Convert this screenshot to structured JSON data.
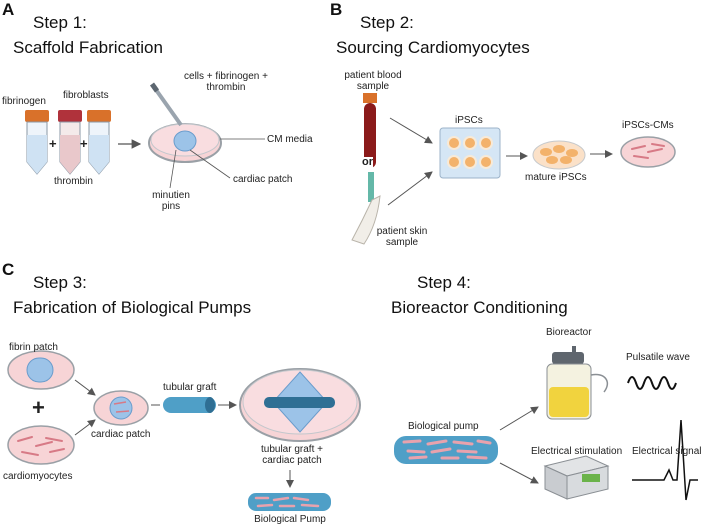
{
  "panels": {
    "a": {
      "letter": "A",
      "step": "Step 1:",
      "title": "Scaffold Fabrication",
      "labels": {
        "fibrinogen": "fibrinogen",
        "fibroblasts": "fibroblasts",
        "thrombin": "thrombin",
        "plus1": "+",
        "plus2": "+",
        "mix": "cells + fibrinogen +\nthrombin",
        "cm_media": "CM media",
        "cardiac_patch": "cardiac patch",
        "pins": "minutien\npins"
      }
    },
    "b": {
      "letter": "B",
      "step": "Step 2:",
      "title": "Sourcing Cardiomyocytes",
      "labels": {
        "blood": "patient blood\nsample",
        "or": "or",
        "skin": "patient skin\nsample",
        "ipscs": "iPSCs",
        "mature": "mature iPSCs",
        "ipscs_cms": "iPSCs-CMs"
      }
    },
    "c": {
      "letter": "C",
      "step": "Step 3:",
      "title": "Fabrication of Biological Pumps",
      "labels": {
        "fibrin_patch": "fibrin patch",
        "plus": "+",
        "cardiomyocytes": "cardiomyocytes",
        "cardiac_patch": "cardiac patch",
        "tubular_graft": "tubular graft",
        "graft_patch": "tubular graft +\ncardiac patch",
        "bio_pump": "Biological Pump"
      }
    },
    "d": {
      "step": "Step 4:",
      "title": "Bioreactor Conditioning",
      "labels": {
        "bioreactor": "Bioreactor",
        "pulsatile": "Pulsatile wave",
        "bio_pump": "Biological pump",
        "estim": "Electrical stimulation",
        "esignal": "Electrical signal"
      }
    }
  },
  "colors": {
    "dish_fill": "#f7d4d6",
    "dish_rim": "#9aa0a6",
    "patch": "#9cc3e8",
    "tube_cap_orange": "#d9712a",
    "tube_cap_red": "#b0323b",
    "tube_liquid": "#cfe2f3",
    "blood": "#8b1a1a",
    "cell": "#f3b26b",
    "graft": "#4f9fc7",
    "arrow": "#555555"
  }
}
